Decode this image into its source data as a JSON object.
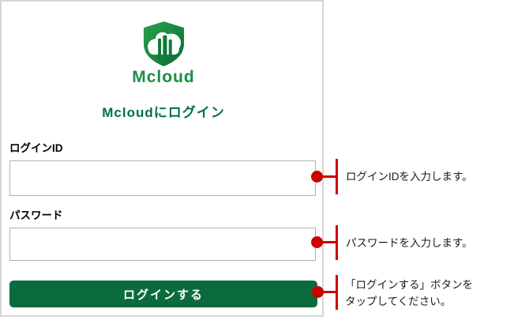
{
  "panel": {
    "logo": {
      "icon": "mcloud-shield-cloud-logo",
      "wordmark": "Mcloud"
    },
    "heading": "Mcloudにログイン",
    "login_id": {
      "label": "ログインID",
      "value": ""
    },
    "password": {
      "label": "パスワード",
      "value": ""
    },
    "login_button": "ログインする"
  },
  "annotations": [
    {
      "text": "ログインIDを入力します。"
    },
    {
      "text": "パスワードを入力します。"
    },
    {
      "lines": [
        "「ログインする」ボタンを",
        "タップしてください。"
      ]
    }
  ],
  "colors": {
    "accent_red": "#cc0000",
    "button_green": "#0b6b3c",
    "heading_green": "#00704d",
    "logo_green": "#1b8c44",
    "panel_border": "#d6d6d6",
    "input_border": "#b0b0b0"
  }
}
